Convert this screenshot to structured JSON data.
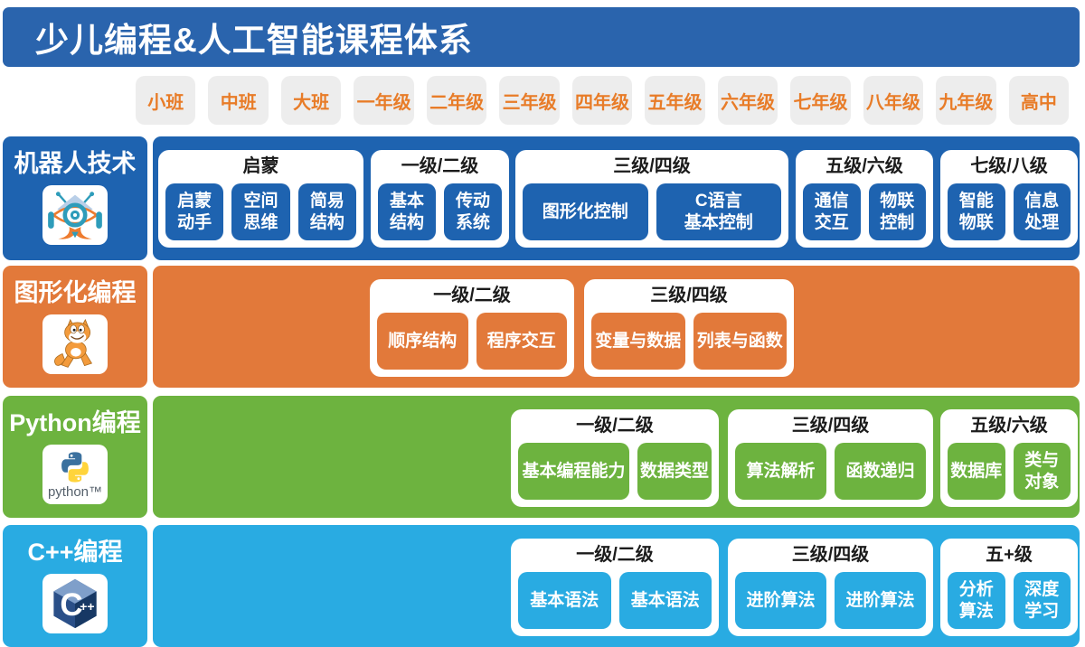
{
  "title": "少儿编程&人工智能课程体系",
  "grades": [
    "小班",
    "中班",
    "大班",
    "一年级",
    "二年级",
    "三年级",
    "四年级",
    "五年级",
    "六年级",
    "七年级",
    "八年级",
    "九年级",
    "高中"
  ],
  "colors": {
    "header_blue": "#2a64ad",
    "robot_blue": "#1e63b0",
    "orange": "#e2793a",
    "green": "#6db33f",
    "cyan": "#29abe2",
    "grade_text": "#e87c28",
    "grade_bg": "#ededed",
    "card_title": "#1b1b1b"
  },
  "rows": [
    {
      "label": "机器人技术",
      "icon": "robot-icon",
      "cards": [
        {
          "title": "启蒙",
          "chips": [
            [
              "启蒙",
              "动手"
            ],
            [
              "空间",
              "思维"
            ],
            [
              "简易",
              "结构"
            ]
          ]
        },
        {
          "title": "一级/二级",
          "chips": [
            [
              "基本",
              "结构"
            ],
            [
              "传动",
              "系统"
            ]
          ]
        },
        {
          "title": "三级/四级",
          "chips": [
            [
              "图形化控制"
            ],
            [
              "C语言",
              "基本控制"
            ]
          ]
        },
        {
          "title": "五级/六级",
          "chips": [
            [
              "通信",
              "交互"
            ],
            [
              "物联",
              "控制"
            ]
          ]
        },
        {
          "title": "七级/八级",
          "chips": [
            [
              "智能",
              "物联"
            ],
            [
              "信息",
              "处理"
            ]
          ]
        }
      ]
    },
    {
      "label": "图形化编程",
      "icon": "scratch-cat-icon",
      "cards": [
        {
          "title": "一级/二级",
          "chips": [
            [
              "顺序结构"
            ],
            [
              "程序交互"
            ]
          ]
        },
        {
          "title": "三级/四级",
          "chips": [
            [
              "变量与数据"
            ],
            [
              "列表与函数"
            ]
          ]
        }
      ]
    },
    {
      "label": "Python编程",
      "icon": "python-icon",
      "wordmark": "python™",
      "cards": [
        {
          "title": "一级/二级",
          "chips": [
            [
              "基本编程能力"
            ],
            [
              "数据类型"
            ]
          ]
        },
        {
          "title": "三级/四级",
          "chips": [
            [
              "算法解析"
            ],
            [
              "函数递归"
            ]
          ]
        },
        {
          "title": "五级/六级",
          "chips": [
            [
              "数据库"
            ],
            [
              "类与",
              "对象"
            ]
          ]
        }
      ]
    },
    {
      "label": "C++编程",
      "icon": "cpp-icon",
      "cards": [
        {
          "title": "一级/二级",
          "chips": [
            [
              "基本语法"
            ],
            [
              "基本语法"
            ]
          ]
        },
        {
          "title": "三级/四级",
          "chips": [
            [
              "进阶算法"
            ],
            [
              "进阶算法"
            ]
          ]
        },
        {
          "title": "五+级",
          "chips": [
            [
              "分析",
              "算法"
            ],
            [
              "深度",
              "学习"
            ]
          ]
        }
      ]
    }
  ]
}
